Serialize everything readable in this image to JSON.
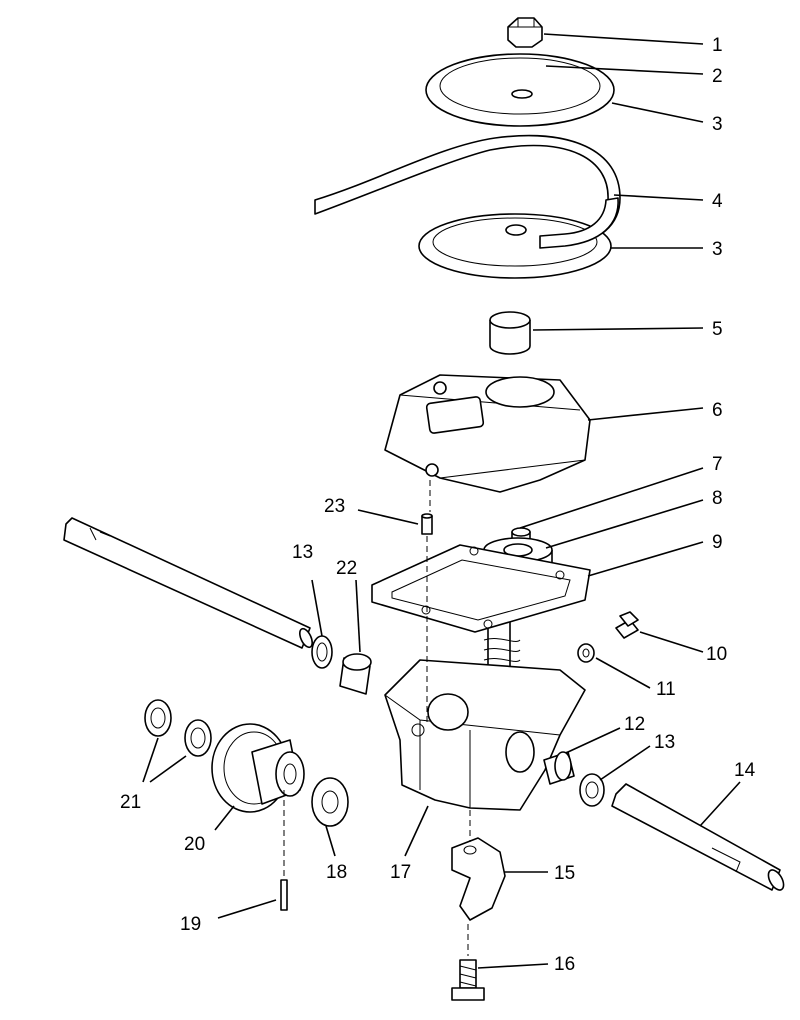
{
  "callouts": [
    {
      "id": "c1",
      "text": "1"
    },
    {
      "id": "c2",
      "text": "2"
    },
    {
      "id": "c3a",
      "text": "3"
    },
    {
      "id": "c4",
      "text": "4"
    },
    {
      "id": "c3b",
      "text": "3"
    },
    {
      "id": "c5",
      "text": "5"
    },
    {
      "id": "c6",
      "text": "6"
    },
    {
      "id": "c7",
      "text": "7"
    },
    {
      "id": "c8",
      "text": "8"
    },
    {
      "id": "c9",
      "text": "9"
    },
    {
      "id": "c10",
      "text": "10"
    },
    {
      "id": "c11",
      "text": "11"
    },
    {
      "id": "c12",
      "text": "12"
    },
    {
      "id": "c13b",
      "text": "13"
    },
    {
      "id": "c14",
      "text": "14"
    },
    {
      "id": "c15",
      "text": "15"
    },
    {
      "id": "c16",
      "text": "16"
    },
    {
      "id": "c17",
      "text": "17"
    },
    {
      "id": "c18",
      "text": "18"
    },
    {
      "id": "c19",
      "text": "19"
    },
    {
      "id": "c20",
      "text": "20"
    },
    {
      "id": "c21",
      "text": "21"
    },
    {
      "id": "c22",
      "text": "22"
    },
    {
      "id": "c13a",
      "text": "13"
    },
    {
      "id": "c23",
      "text": "23"
    }
  ]
}
